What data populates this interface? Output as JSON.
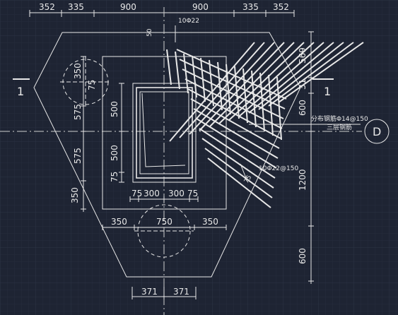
{
  "colors": {
    "background": "#1e2433",
    "grid_minor": "#262d3d",
    "grid_major": "#2c3446",
    "line": "#e8e8e8",
    "centerline": "#cfcfcf"
  },
  "top_dims": [
    "352",
    "335",
    "900",
    "900",
    "335",
    "352"
  ],
  "top_rebar_label": "10Φ22",
  "small_dim_50": "50",
  "right_dims": [
    "569",
    "31",
    "600",
    "1200",
    "600"
  ],
  "left_dims": [
    "350",
    "75",
    "575",
    "575",
    "350"
  ],
  "inner_dims_vertical": [
    "500",
    "500",
    "75"
  ],
  "inner_dims_horizontal": [
    "75",
    "300",
    "300",
    "75"
  ],
  "small_dim_75": "75",
  "bottom_inner_dims": [
    "350",
    "750",
    "350"
  ],
  "bottom_dims": [
    "371",
    "371"
  ],
  "rebar_note_1": "分布钢筋Φ14@150",
  "rebar_note_2": "三层钢筋",
  "rebar_label_2": "10Φ22@150",
  "section_left": "1",
  "section_right": "1",
  "axis_label": "D"
}
